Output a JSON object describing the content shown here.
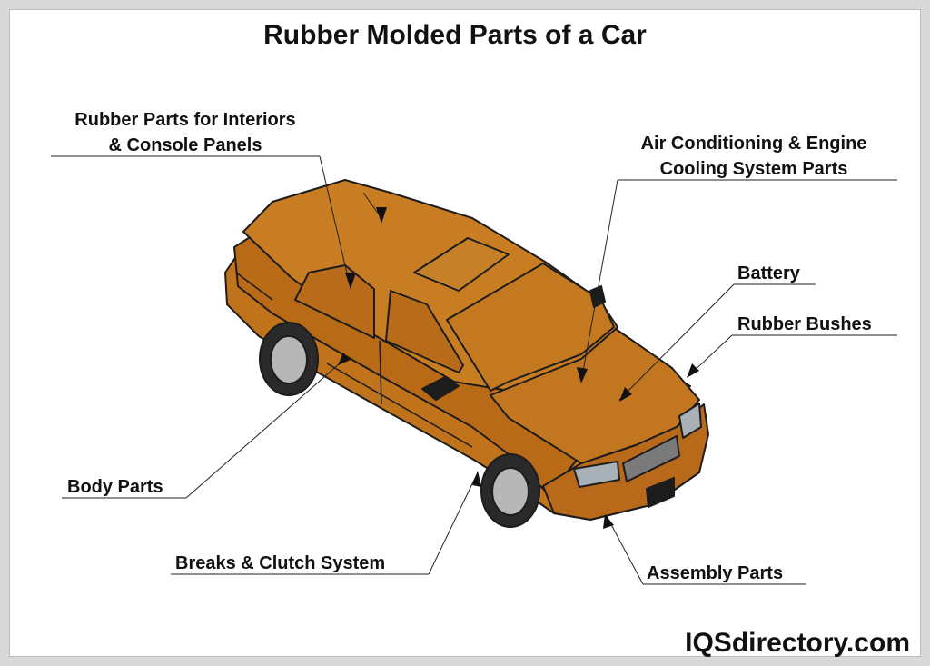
{
  "title": "Rubber Molded Parts of a Car",
  "labels": {
    "interiors_line1": "Rubber Parts for Interiors",
    "interiors_line2": "& Console Panels",
    "ac_line1": "Air Conditioning & Engine",
    "ac_line2": "Cooling System Parts",
    "battery": "Battery",
    "bushes": "Rubber Bushes",
    "body": "Body Parts",
    "breaks": "Breaks & Clutch System",
    "assembly": "Assembly Parts"
  },
  "brand": "IQSdirectory.com",
  "colors": {
    "car_body": "#c0731a",
    "car_roof": "#c97d22",
    "car_shadow": "#8f4f0c",
    "glass": "#b86c1a",
    "outline": "#1c1c1c",
    "background": "#d9d9d9"
  }
}
